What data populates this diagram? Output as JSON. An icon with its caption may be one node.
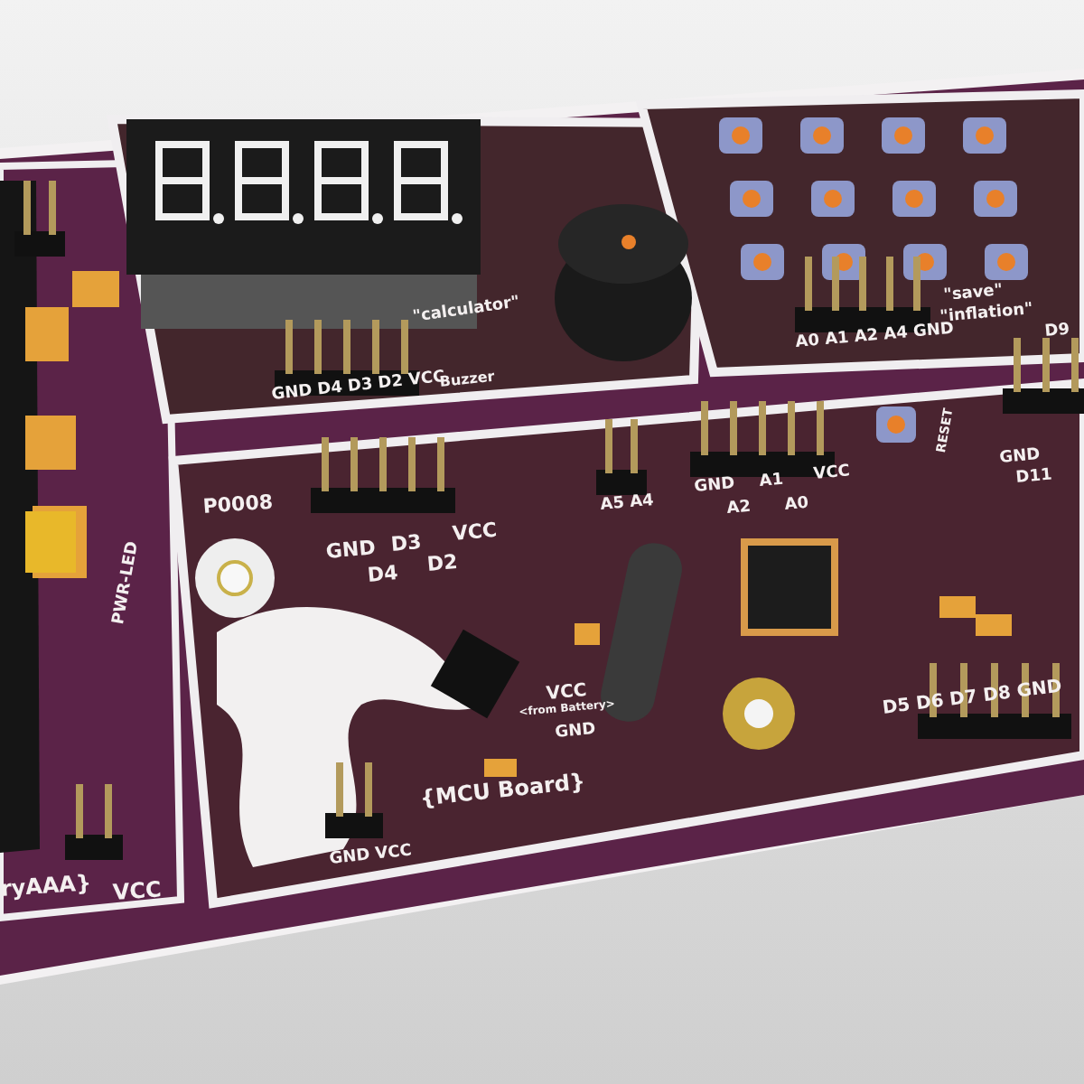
{
  "diagram": {
    "labels": [
      "PWR-LED",
      "VCC",
      "ryAAA}",
      "\"calculator\"",
      "Buzzer",
      "GND D4 D3 D2 VCC",
      "\"save\"",
      "\"inflation\"",
      "A0 A1 A2 A4 GND",
      "D9",
      "RESET",
      "GND",
      "D11",
      "A5 A4",
      "GND",
      "A2",
      "A1",
      "A0",
      "VCC",
      "P0008",
      "GND",
      "D4",
      "D3",
      "D2",
      "VCC",
      "VCC",
      "<from Battery>",
      "GND",
      "{MCU Board}",
      "GND VCC",
      "D5 D6 D7 D8 GND"
    ]
  }
}
